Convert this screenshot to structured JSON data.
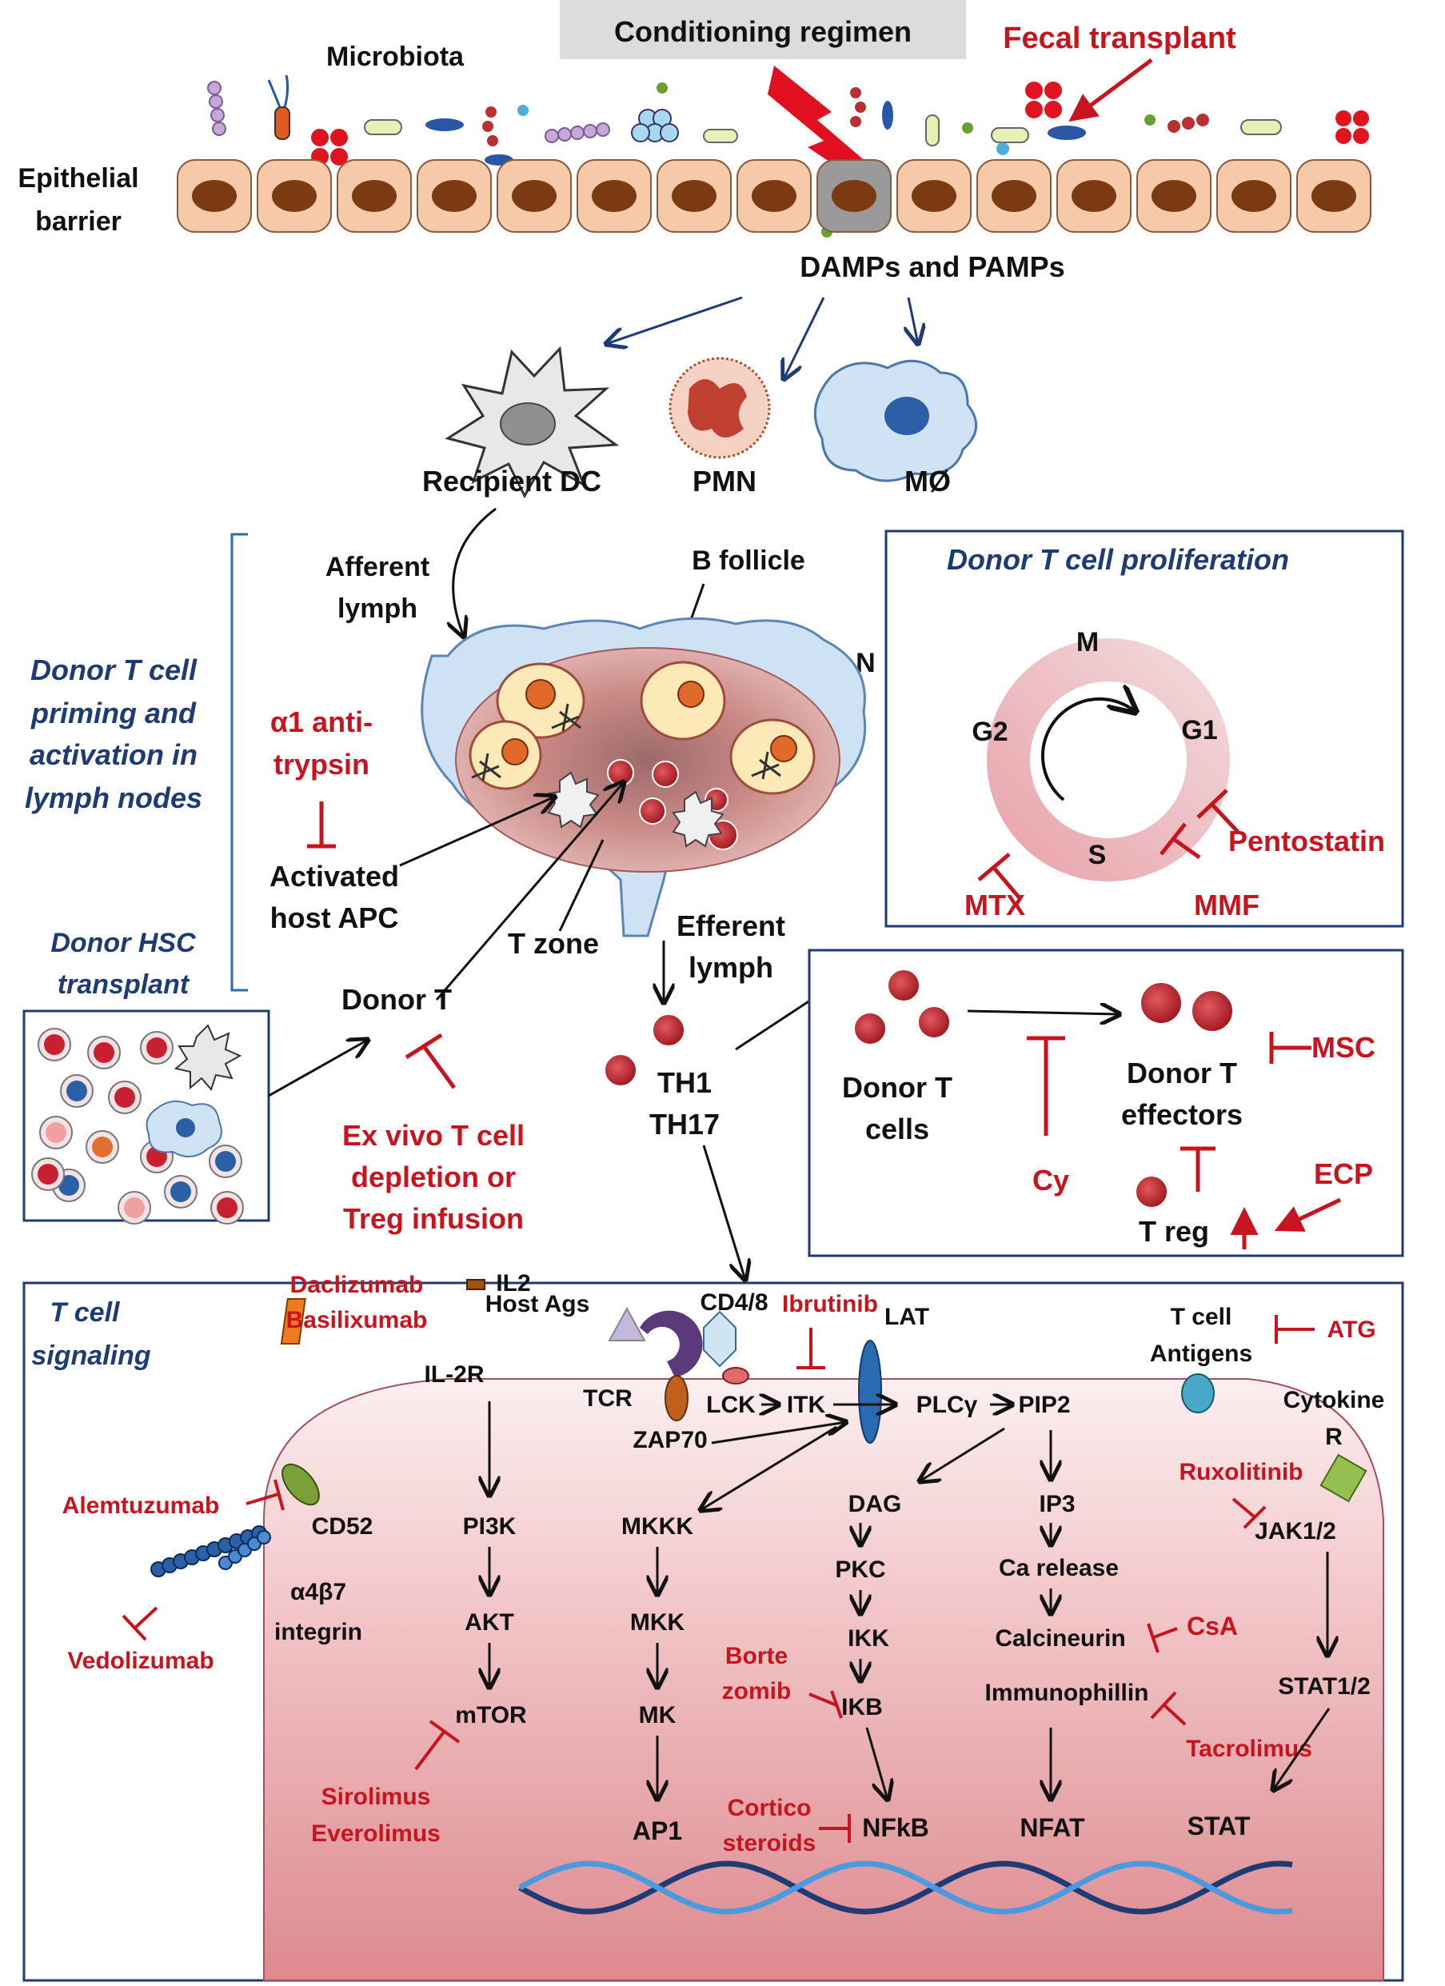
{
  "colors": {
    "inhibitor": "#c8141e",
    "arrow_dark": "#1f3b73",
    "box_border": "#1f3b73",
    "text": "#111111",
    "cell_fill": "#f6c9a8",
    "nucleus": "#7b3a0f",
    "cell_gradient_top": "#fbeff0",
    "cell_gradient_bottom": "#dc8a8e"
  },
  "top": {
    "conditioning_regimen": "Conditioning regimen",
    "fecal_transplant": "Fecal transplant",
    "microbiota": "Microbiota",
    "epithelial_barrier_1": "Epithelial",
    "epithelial_barrier_2": "barrier",
    "damps_pamps": "DAMPs and PAMPs"
  },
  "innate": {
    "recipient_dc": "Recipient DC",
    "pmn": "PMN",
    "macrophage": "MØ"
  },
  "lymph_node": {
    "afferent_1": "Afferent",
    "afferent_2": "lymph",
    "b_follicle": "B follicle",
    "ln": "LN",
    "activated_apc_1": "Activated",
    "activated_apc_2": "host APC",
    "t_zone": "T zone",
    "efferent_1": "Efferent",
    "efferent_2": "lymph",
    "section_1": "Donor T cell",
    "section_2": "priming and",
    "section_3": "activation in",
    "section_4": "lymph nodes"
  },
  "priming_drugs": {
    "alpha1_1": "α1 anti-",
    "alpha1_2": "trypsin",
    "exvivo_1": "Ex vivo T cell",
    "exvivo_2": "depletion or",
    "exvivo_3": "Treg infusion"
  },
  "hsc": {
    "title_1": "Donor HSC",
    "title_2": "transplant",
    "donor_t": "Donor T"
  },
  "th": {
    "th1": "TH1",
    "th17": "TH17"
  },
  "proliferation": {
    "title": "Donor T cell proliferation",
    "m": "M",
    "g1": "G1",
    "g2": "G2",
    "s": "S",
    "mtx": "MTX",
    "mmf": "MMF",
    "pentostatin": "Pentostatin"
  },
  "effectors": {
    "donor_t_cells_1": "Donor T",
    "donor_t_cells_2": "cells",
    "donor_t_eff_1": "Donor T",
    "donor_t_eff_2": "effectors",
    "cy": "Cy",
    "msc": "MSC",
    "ecp": "ECP",
    "treg": "T reg"
  },
  "signaling": {
    "title_1": "T cell",
    "title_2": "signaling",
    "host_ags": "Host Ags",
    "cd48": "CD4/8",
    "ibrutinib": "Ibrutinib",
    "lat": "LAT",
    "tcr": "TCR",
    "lck": "LCK",
    "itk": "ITK",
    "plcg": "PLCγ",
    "pip2": "PIP2",
    "zap70": "ZAP70",
    "il2": "IL2",
    "il2r": "IL-2R",
    "daclizumab": "Daclizumab",
    "basiliximab": "Basilixumab",
    "alemtuzumab": "Alemtuzumab",
    "cd52": "CD52",
    "vedolizumab": "Vedolizumab",
    "integrin_1": "α4β7",
    "integrin_2": "integrin",
    "pi3k": "PI3K",
    "akt": "AKT",
    "mtor": "mTOR",
    "sirolimus": "Sirolimus",
    "everolimus": "Everolimus",
    "mkkk": "MKKK",
    "mkk": "MKK",
    "mk": "MK",
    "ap1": "AP1",
    "dag": "DAG",
    "pkc": "PKC",
    "ikk": "IKK",
    "ikb": "IKB",
    "nfkb": "NFkB",
    "borte": "Borte",
    "zomib": "zomib",
    "cortico": "Cortico",
    "steroids": "steroids",
    "ip3": "IP3",
    "ca_release": "Ca release",
    "calcineurin": "Calcineurin",
    "immunophillin": "Immunophillin",
    "nfat": "NFAT",
    "csa": "CsA",
    "tacrolimus": "Tacrolimus",
    "tcell_ag_1": "T cell",
    "tcell_ag_2": "Antigens",
    "atg": "ATG",
    "cytokine_1": "Cytokine",
    "cytokine_2": "R",
    "ruxolitinib": "Ruxolitinib",
    "jak": "JAK1/2",
    "stat12": "STAT1/2",
    "stat": "STAT"
  }
}
